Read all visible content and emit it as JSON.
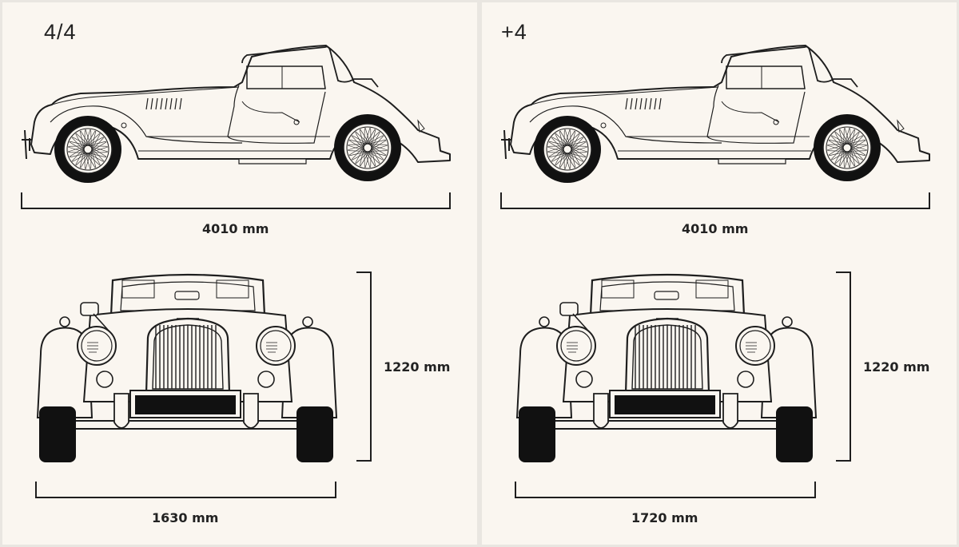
{
  "panels": [
    {
      "model": "4/4",
      "dimensions": {
        "length": "4010 mm",
        "height": "1220 mm",
        "width": "1630 mm"
      },
      "views": [
        "side-view",
        "front-view"
      ]
    },
    {
      "model": "+4",
      "dimensions": {
        "length": "4010 mm",
        "height": "1220 mm",
        "width": "1720 mm"
      },
      "views": [
        "side-view",
        "front-view"
      ]
    }
  ],
  "colors": {
    "background": "#faf6f0",
    "line": "#1e1e1e",
    "tyre": "#111111",
    "divider": "#e9e6e1"
  }
}
